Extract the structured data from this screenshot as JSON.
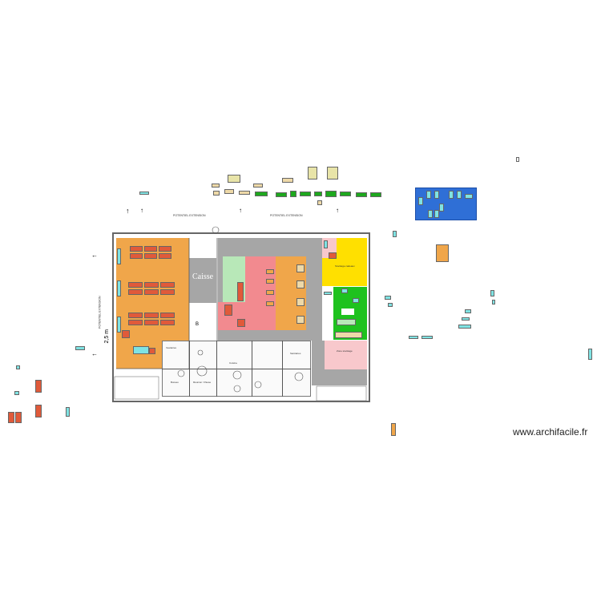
{
  "plan": {
    "watermark": "www.archifacile.fr",
    "caisse_label": "Caisse",
    "potentiel_extension_1": "POTENTIEL EXTENSION",
    "potentiel_extension_2": "POTENTIEL EXTENSION",
    "potentiel_extension_side": "POTENTIEL EXTENSION",
    "dimension_label": "2,5 m",
    "door_label": "B",
    "room_labels": {
      "stockage_cadeaux": "Stockage cadeaux",
      "zone_stockage": "Zone stockage",
      "vestiaires": "Vestiaires",
      "bureau": "Bureau",
      "reunion_pause": "Réunion / Pause",
      "cuisine": "Cuisine",
      "sanitaires": "Sanitaires"
    },
    "colors": {
      "orange_zone": "#f0a64a",
      "grey_zone": "#a6a6a6",
      "pink_zone": "#f28a8f",
      "yellow_zone": "#ffe000",
      "green_zone": "#1ec21e",
      "light_pink": "#f8c8cc",
      "blue_panel": "#2f6fd6",
      "red_chip": "#e05a3a",
      "cyan_chip": "#7fe3e3",
      "green_chip": "#1ea81e",
      "beige_chip": "#eed9a8",
      "khaki_chip": "#e8e4a8",
      "light_green": "#b8e8b8"
    }
  }
}
